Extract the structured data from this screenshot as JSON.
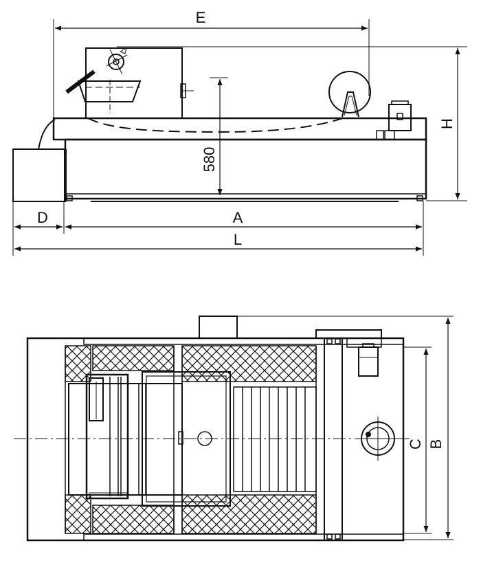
{
  "side_view": {
    "labels": {
      "E": "E",
      "H": "H",
      "D": "D",
      "A": "A",
      "L": "L",
      "height_580": "580"
    }
  },
  "top_view": {
    "labels": {
      "C": "C",
      "B": "B"
    }
  }
}
